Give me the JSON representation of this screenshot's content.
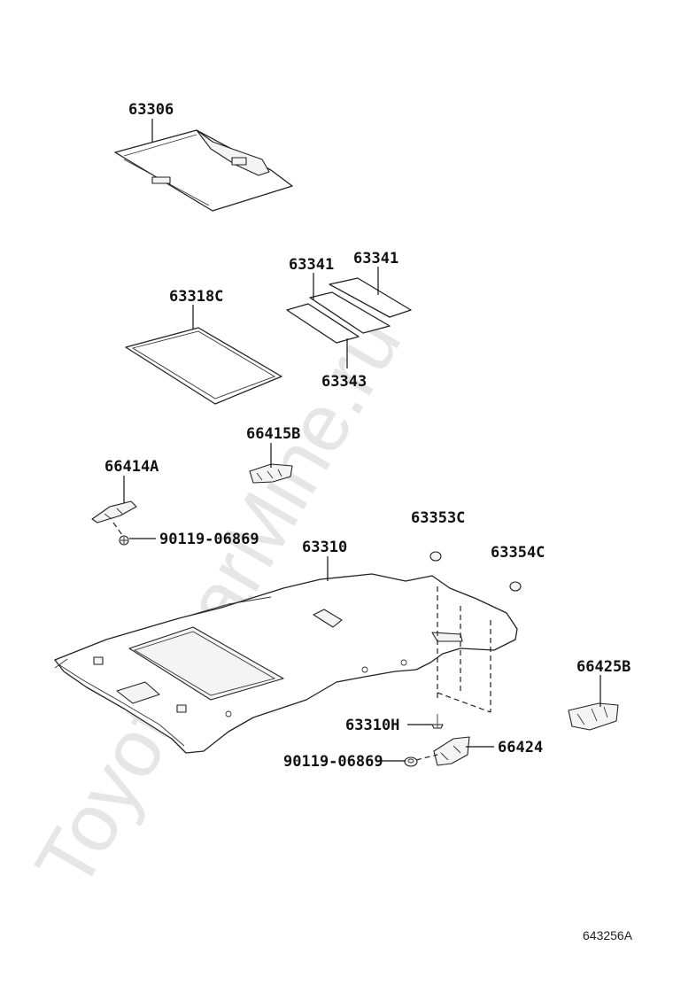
{
  "watermark": "ToyotaCarMine.ru",
  "diagram_ref": "643256A",
  "callouts": {
    "c63306": "63306",
    "c63341a": "63341",
    "c63341b": "63341",
    "c63318c": "63318C",
    "c63343": "63343",
    "c66415b": "66415B",
    "c66414a": "66414A",
    "c90119a": "90119-06869",
    "c63353c": "63353C",
    "c63310": "63310",
    "c63354c": "63354C",
    "c66425b": "66425B",
    "c63310h": "63310H",
    "c66424": "66424",
    "c90119b": "90119-06869"
  }
}
